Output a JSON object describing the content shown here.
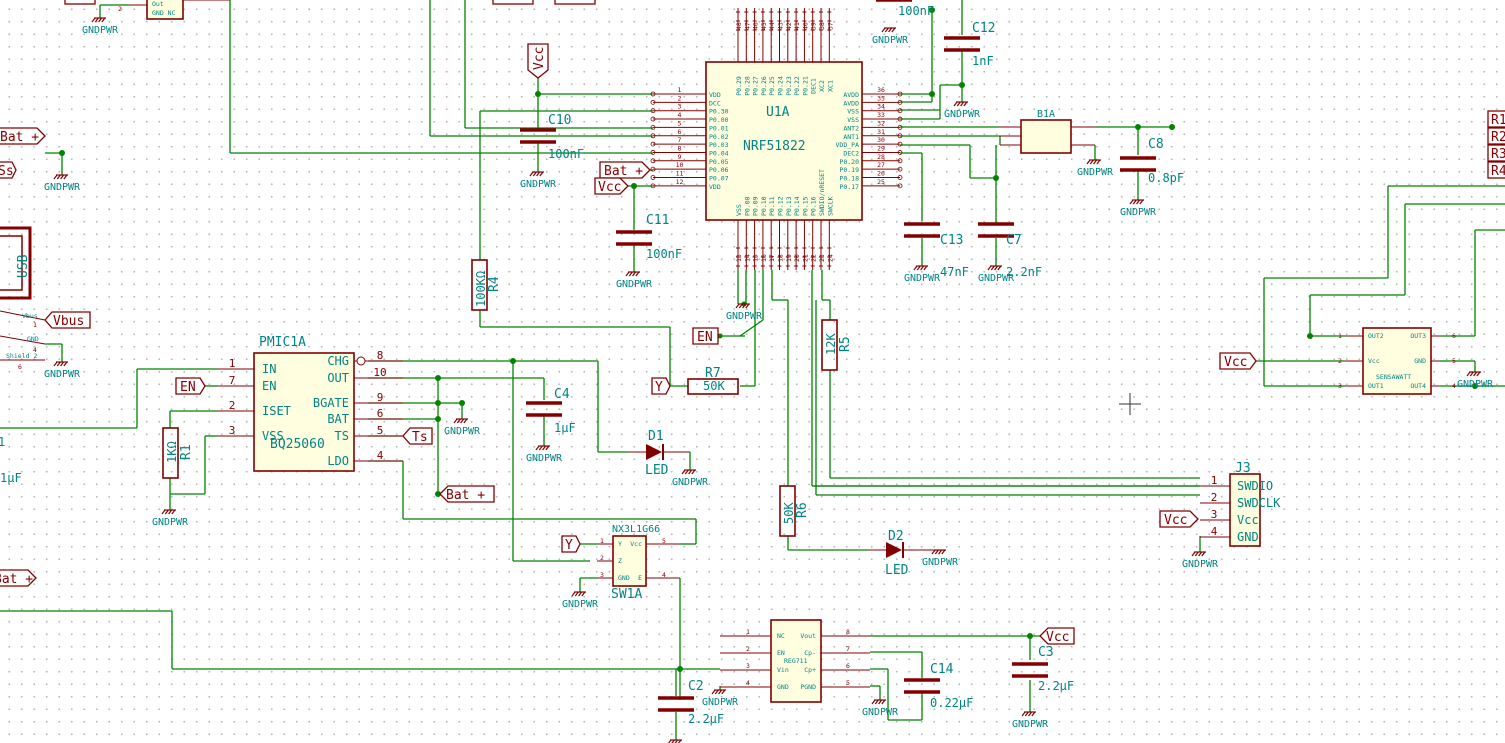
{
  "sheet": {
    "title": "",
    "gnd_label": "GNDPWR"
  },
  "u1": {
    "ref": "U1A",
    "value": "NRF51822",
    "left_pins": [
      {
        "num": "1",
        "name": "VDD"
      },
      {
        "num": "2",
        "name": "DCC"
      },
      {
        "num": "3",
        "name": "P0.30"
      },
      {
        "num": "4",
        "name": "P0.00"
      },
      {
        "num": "5",
        "name": "P0.01"
      },
      {
        "num": "6",
        "name": "P0.02"
      },
      {
        "num": "7",
        "name": "P0.03"
      },
      {
        "num": "8",
        "name": "P0.04"
      },
      {
        "num": "9",
        "name": "P0.05"
      },
      {
        "num": "10",
        "name": "P0.06"
      },
      {
        "num": "11",
        "name": "P0.07"
      },
      {
        "num": "12",
        "name": "VDD"
      }
    ],
    "right_pins": [
      {
        "num": "36",
        "name": "AVDD"
      },
      {
        "num": "35",
        "name": "AVDD"
      },
      {
        "num": "34",
        "name": "VSS"
      },
      {
        "num": "33",
        "name": "VSS"
      },
      {
        "num": "32",
        "name": "ANT2"
      },
      {
        "num": "31",
        "name": "ANT1"
      },
      {
        "num": "30",
        "name": "VDD_PA"
      },
      {
        "num": "29",
        "name": "DEC2"
      },
      {
        "num": "28",
        "name": "P0.20"
      },
      {
        "num": "27",
        "name": "P0.19"
      },
      {
        "num": "26",
        "name": "P0.18"
      },
      {
        "num": "25",
        "name": "P0.17"
      }
    ],
    "top_pins": [
      {
        "num": "48",
        "name": "P0.29"
      },
      {
        "num": "47",
        "name": "P0.28"
      },
      {
        "num": "46",
        "name": "P0.27"
      },
      {
        "num": "45",
        "name": "P0.26"
      },
      {
        "num": "44",
        "name": "P0.25"
      },
      {
        "num": "43",
        "name": "P0.24"
      },
      {
        "num": "42",
        "name": "P0.23"
      },
      {
        "num": "41",
        "name": "P0.22"
      },
      {
        "num": "40",
        "name": "P0.21"
      },
      {
        "num": "39",
        "name": "DEC1"
      },
      {
        "num": "38",
        "name": "XC2"
      },
      {
        "num": "37",
        "name": "XC1"
      }
    ],
    "bottom_pins": [
      {
        "num": "13",
        "name": "VSS"
      },
      {
        "num": "14",
        "name": "P0.08"
      },
      {
        "num": "15",
        "name": "P0.09"
      },
      {
        "num": "16",
        "name": "P0.10"
      },
      {
        "num": "17",
        "name": "P0.11"
      },
      {
        "num": "18",
        "name": "P0.12"
      },
      {
        "num": "19",
        "name": "P0.13"
      },
      {
        "num": "20",
        "name": "P0.14"
      },
      {
        "num": "21",
        "name": "P0.15"
      },
      {
        "num": "22",
        "name": "P0.16"
      },
      {
        "num": "23",
        "name": "SWDIO/nRESET"
      },
      {
        "num": "24",
        "name": "SWCLK"
      }
    ]
  },
  "pmic": {
    "ref": "PMIC1A",
    "value": "BQ25060",
    "left_pins": [
      {
        "num": "1",
        "name": "IN"
      },
      {
        "num": "7",
        "name": "EN"
      },
      {
        "num": "2",
        "name": "ISET"
      },
      {
        "num": "3",
        "name": "VSS"
      }
    ],
    "right_pins": [
      {
        "num": "8",
        "name": "CHG"
      },
      {
        "num": "10",
        "name": "OUT"
      },
      {
        "num": "9",
        "name": "BGATE"
      },
      {
        "num": "6",
        "name": "BAT"
      },
      {
        "num": "5",
        "name": "TS"
      },
      {
        "num": "4",
        "name": "LDO"
      }
    ]
  },
  "j3": {
    "ref": "J3",
    "pins": [
      {
        "num": "1",
        "name": "SWDIO"
      },
      {
        "num": "2",
        "name": "SWDCLK"
      },
      {
        "num": "3",
        "name": "Vcc"
      },
      {
        "num": "4",
        "name": "GND"
      }
    ]
  },
  "sw1": {
    "ref": "SW1A",
    "value": "NX3L1G66",
    "pins": [
      {
        "num": "1",
        "name": "Y"
      },
      {
        "num": "2",
        "name": "Z"
      },
      {
        "num": "3",
        "name": "GND"
      },
      {
        "num": "4",
        "name": "E"
      },
      {
        "num": "5",
        "name": "Vcc"
      }
    ]
  },
  "reg": {
    "value": "REG711",
    "left_pins": [
      {
        "num": "1",
        "name": "NC"
      },
      {
        "num": "2",
        "name": "EN"
      },
      {
        "num": "3",
        "name": "Vin"
      },
      {
        "num": "4",
        "name": "GND"
      }
    ],
    "right_pins": [
      {
        "num": "8",
        "name": "Vout"
      },
      {
        "num": "7",
        "name": "Cp-"
      },
      {
        "num": "6",
        "name": "Cp+"
      },
      {
        "num": "5",
        "name": "PGND"
      }
    ]
  },
  "b1": {
    "ref": "B1A"
  },
  "sens": {
    "value": "SENSAWATT",
    "left_pins": [
      {
        "num": "1",
        "name": "OUT2"
      },
      {
        "num": "2",
        "name": "Vcc"
      },
      {
        "num": "3",
        "name": "OUT1"
      }
    ],
    "right_pins": [
      {
        "num": "6",
        "name": "OUT3"
      },
      {
        "num": "5",
        "name": "GND"
      },
      {
        "num": "4",
        "name": "OUT4"
      }
    ]
  },
  "components": {
    "c10": {
      "ref": "C10",
      "value": "100nF"
    },
    "c11": {
      "ref": "C11",
      "value": "100nF"
    },
    "c12": {
      "ref": "C12",
      "value": "1nF"
    },
    "c13": {
      "ref": "C13",
      "value": "47nF"
    },
    "c7": {
      "ref": "C7",
      "value": "2.2nF"
    },
    "c8": {
      "ref": "C8",
      "value": "0.8pF"
    },
    "c4": {
      "ref": "C4",
      "value": "1µF"
    },
    "c14": {
      "ref": "C14",
      "value": "0.22µF"
    },
    "c3": {
      "ref": "C3",
      "value": "2.2µF"
    },
    "c2": {
      "ref": "C2",
      "value": "2.2µF"
    },
    "ctop": {
      "value": "100nF"
    },
    "r4": {
      "ref": "R4",
      "value": "100KΩ"
    },
    "r5": {
      "ref": "R5",
      "value": "12K"
    },
    "r6": {
      "ref": "R6",
      "value": "50K"
    },
    "r7": {
      "ref": "R7",
      "value": "50K"
    },
    "r1": {
      "ref": "R1",
      "value": "1KΩ"
    },
    "d1": {
      "ref": "D1",
      "value": "LED"
    },
    "d2": {
      "ref": "D2",
      "value": "LED"
    }
  },
  "labels": {
    "vcc": "Vcc",
    "bat": "Bat +",
    "en": "EN",
    "y": "Y",
    "ts": "Ts",
    "vbus": "Vbus",
    "ss": "Ss",
    "usb": "USB",
    "gnd_pin": "GND",
    "shield": "Shield 2",
    "cut_c": "1µF",
    "cut_1": "1",
    "r_labels": [
      "R1",
      "R2",
      "R3",
      "R4"
    ]
  }
}
